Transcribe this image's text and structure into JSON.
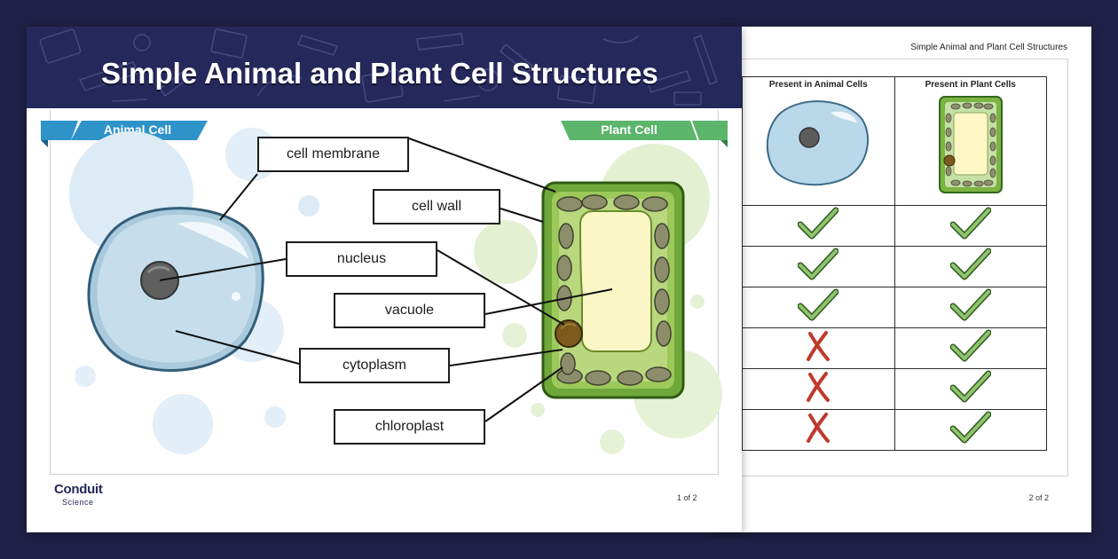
{
  "page1": {
    "title": "Simple Animal and Plant Cell Structures",
    "ribbons": {
      "animal": "Animal Cell",
      "plant": "Plant Cell"
    },
    "labels": {
      "cell_membrane": "cell membrane",
      "cell_wall": "cell wall",
      "nucleus": "nucleus",
      "vacuole": "vacuole",
      "cytoplasm": "cytoplasm",
      "chloroplast": "chloroplast"
    },
    "logo": {
      "name": "Conduit",
      "sub": "Science"
    },
    "page_number": "1 of 2"
  },
  "page2": {
    "header": "Simple Animal and Plant Cell Structures",
    "table": {
      "columns": [
        "Present in Animal Cells",
        "Present in Plant Cells"
      ],
      "rows": [
        {
          "animal": "check",
          "plant": "check"
        },
        {
          "animal": "check",
          "plant": "check"
        },
        {
          "animal": "check",
          "plant": "check"
        },
        {
          "animal": "cross",
          "plant": "check"
        },
        {
          "animal": "cross",
          "plant": "check"
        },
        {
          "animal": "cross",
          "plant": "check"
        }
      ]
    },
    "page_number": "2 of 2"
  },
  "colors": {
    "background": "#202146",
    "banner": "#25285a",
    "animal_ribbon": "#2e93c9",
    "plant_ribbon": "#5bb56b",
    "check": "#6aa84f",
    "cross": "#c0392b"
  }
}
